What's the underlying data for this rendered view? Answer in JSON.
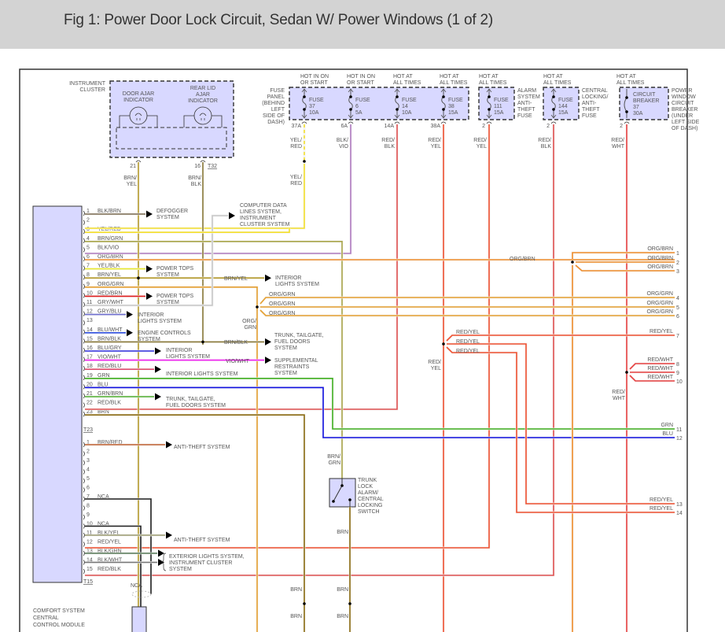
{
  "header": {
    "title": "Fig 1: Power Door Lock Circuit, Sedan W/ Power Windows (1 of 2)"
  },
  "colors": {
    "module_fill": "#d8d8ff",
    "border": "#333333",
    "YEL/RED": "#f5e02a",
    "BRN/YEL": "#b59a2c",
    "BRN/BLK": "#8a7a3a",
    "BLK/BRN": "#7a6a50",
    "BRN/GRN": "#a9a64a",
    "BLK/VIO": "#b07ac0",
    "ORG/BRN": "#f08c2a",
    "YEL/BLK": "#eaea30",
    "ORG/GRN": "#e6a030",
    "RED/BRN": "#e02020",
    "GRY/WHT": "#c8c8c8",
    "GRY/BLU": "#7070d0",
    "BLU/WHT": "#3050e0",
    "BLU/GRY": "#3030e0",
    "VIO/WHT": "#f020f0",
    "RED/BLU": "#e05070",
    "GRN": "#40b020",
    "BLU": "#1010e0",
    "GRN/BRN": "#50b030",
    "RED/BLK": "#e05050",
    "BRN": "#8a6a10",
    "BRN/RED": "#c06030",
    "NCA": "#222222",
    "BLK/YEL": "#9a9a70",
    "RED/YEL": "#f05030",
    "BLK/GRN": "#557755",
    "BLK/WHT": "#777777",
    "RED/WHT": "#e84040"
  },
  "instrument_cluster": {
    "label": [
      "INSTRUMENT",
      "CLUSTER"
    ],
    "indicators": [
      {
        "label": [
          "DOOR AJAR",
          "INDICATOR"
        ],
        "pin": "21",
        "wire": "BRN/",
        "wire2": "YEL"
      },
      {
        "label": [
          "REAR LID",
          "AJAR",
          "INDICATOR"
        ],
        "pin": "16",
        "connector": "T32",
        "wire": "BRN/",
        "wire2": "BLK"
      }
    ]
  },
  "fuse_panel": {
    "label": [
      "FUSE",
      "PANEL",
      "(BEHIND",
      "LEFT",
      "SIDE OF",
      "DASH)"
    ],
    "fuses": [
      {
        "hot": [
          "HOT IN ON",
          "OR START"
        ],
        "name": [
          "FUSE",
          "37",
          "10A"
        ],
        "pin": "37A",
        "wire": [
          "YEL/",
          "RED"
        ]
      },
      {
        "hot": [
          "HOT IN ON",
          "OR START"
        ],
        "name": [
          "FUSE",
          "6",
          "5A"
        ],
        "pin": "6A",
        "wire": [
          "BLK/",
          "VIO"
        ]
      },
      {
        "hot": [
          "HOT AT",
          "ALL TIMES"
        ],
        "name": [
          "FUSE",
          "14",
          "10A"
        ],
        "pin": "14A",
        "wire": [
          "RED/",
          "BLK"
        ]
      },
      {
        "hot": [
          "HOT AT",
          "ALL TIMES"
        ],
        "name": [
          "FUSE",
          "38",
          "15A"
        ],
        "pin": "38A",
        "wire": [
          "RED/",
          "YEL"
        ]
      }
    ],
    "yel_red_lower": [
      "YEL/",
      "RED"
    ]
  },
  "alarm_fuse": {
    "hot": [
      "HOT AT",
      "ALL TIMES"
    ],
    "name": [
      "FUSE",
      "111",
      "15A"
    ],
    "side": [
      "ALARM",
      "SYSTEM",
      "ANTI-",
      "THEFT",
      "FUSE"
    ],
    "pin": "2",
    "wire": [
      "RED/",
      "YEL"
    ]
  },
  "central_fuse": {
    "hot": [
      "HOT AT",
      "ALL TIMES"
    ],
    "name": [
      "FUSE",
      "144",
      "15A"
    ],
    "side": [
      "CENTRAL",
      "LOCKING/",
      "ANTI-",
      "THEFT",
      "FUSE"
    ],
    "pin": "2",
    "wire": [
      "RED/",
      "BLK"
    ]
  },
  "circuit_breaker": {
    "hot": [
      "HOT AT",
      "ALL TIMES"
    ],
    "name": [
      "CIRCUIT",
      "BREAKER",
      "37",
      "30A"
    ],
    "side": [
      "POWER",
      "WINDOW",
      "CIRCUIT",
      "BREAKER",
      "(UNDER",
      "LEFT SIDE",
      "OF DASH)"
    ],
    "pin": "2",
    "wire": [
      "RED/",
      "WHT"
    ]
  },
  "connector_t23": {
    "name": "T23",
    "pins": [
      {
        "n": "1",
        "wire": "BLK/BRN",
        "dest": [
          "DEFOGGER",
          "SYSTEM"
        ]
      },
      {
        "n": "2",
        "wire": ""
      },
      {
        "n": "3",
        "wire": "YEL/RED"
      },
      {
        "n": "4",
        "wire": "BRN/GRN"
      },
      {
        "n": "5",
        "wire": "BLK/VIO"
      },
      {
        "n": "6",
        "wire": "ORG/BRN"
      },
      {
        "n": "7",
        "wire": "YEL/BLK",
        "dest": [
          "POWER TOPS",
          "SYSTEM"
        ]
      },
      {
        "n": "8",
        "wire": "BRN/YEL"
      },
      {
        "n": "9",
        "wire": "ORG/GRN"
      },
      {
        "n": "10",
        "wire": "RED/BRN",
        "dest": [
          "POWER TOPS",
          "SYSTEM"
        ]
      },
      {
        "n": "11",
        "wire": "GRY/WHT"
      },
      {
        "n": "12",
        "wire": "GRY/BLU",
        "dest": [
          "INTERIOR",
          "LIGHTS SYSTEM"
        ]
      },
      {
        "n": "13",
        "wire": ""
      },
      {
        "n": "14",
        "wire": "BLU/WHT",
        "dest": [
          "ENGINE CONTROLS",
          "SYSTEM"
        ]
      },
      {
        "n": "15",
        "wire": "BRN/BLK"
      },
      {
        "n": "16",
        "wire": "BLU/GRY",
        "dest": [
          "INTERIOR",
          "LIGHTS SYSTEM"
        ]
      },
      {
        "n": "17",
        "wire": "VIO/WHT"
      },
      {
        "n": "18",
        "wire": "RED/BLU",
        "dest": [
          "INTERIOR LIGHTS SYSTEM"
        ]
      },
      {
        "n": "19",
        "wire": "GRN"
      },
      {
        "n": "20",
        "wire": "BLU"
      },
      {
        "n": "21",
        "wire": "GRN/BRN",
        "dest": [
          "TRUNK, TAILGATE,",
          "FUEL DOORS SYSTEM"
        ]
      },
      {
        "n": "22",
        "wire": "RED/BLK"
      },
      {
        "n": "23",
        "wire": "BRN"
      }
    ]
  },
  "connector_t15": {
    "name": "T15",
    "pins": [
      {
        "n": "1",
        "wire": "BRN/RED",
        "dest": [
          "ANTI-THEFT SYSTEM"
        ]
      },
      {
        "n": "2",
        "wire": ""
      },
      {
        "n": "3",
        "wire": ""
      },
      {
        "n": "4",
        "wire": ""
      },
      {
        "n": "5",
        "wire": ""
      },
      {
        "n": "6",
        "wire": ""
      },
      {
        "n": "7",
        "wire": "NCA"
      },
      {
        "n": "8",
        "wire": ""
      },
      {
        "n": "9",
        "wire": ""
      },
      {
        "n": "10",
        "wire": "NCA"
      },
      {
        "n": "11",
        "wire": "BLK/YEL",
        "dest": [
          "ANTI-THEFT SYSTEM"
        ]
      },
      {
        "n": "12",
        "wire": "RED/YEL"
      },
      {
        "n": "13",
        "wire": "BLK/GRN"
      },
      {
        "n": "14",
        "wire": "BLK/WHT"
      },
      {
        "n": "15",
        "wire": "RED/BLK"
      }
    ],
    "exterior_dest": [
      "EXTERIOR LIGHTS SYSTEM,",
      "INSTRUMENT CLUSTER",
      "SYSTEM"
    ],
    "nca_label": "NCA"
  },
  "module": {
    "label": [
      "COMFORT SYSTEM",
      "CENTRAL",
      "CONTROL MODULE"
    ]
  },
  "branches": {
    "computer_data": [
      "COMPUTER DATA",
      "LINES SYSTEM,",
      "INSTRUMENT",
      "CLUSTER SYSTEM"
    ],
    "interior_lights": [
      "INTERIOR",
      "LIGHTS SYSTEM"
    ],
    "brn_yel": "BRN/YEL",
    "brn_blk": "BRN/BLK",
    "vio_wht": "VIO/WHT",
    "trunk": [
      "TRUNK, TAILGATE,",
      "FUEL DOORS",
      "SYSTEM"
    ],
    "srs": [
      "SUPPLEMENTAL",
      "RESTRAINTS",
      "SYSTEM"
    ],
    "org_grn_vert": [
      "ORG/",
      "GRN"
    ],
    "red_yel_vert": [
      "RED/",
      "YEL"
    ],
    "red_wht_vert": [
      "RED/",
      "WHT"
    ],
    "brn_grn_vert": [
      "BRN/",
      "GRN"
    ],
    "org_brn": "ORG/BRN",
    "org_grn": "ORG/GRN",
    "red_yel": "RED/YEL",
    "red_wht": "RED/WHT",
    "grn": "GRN",
    "blu": "BLU",
    "brn": "BRN"
  },
  "trunk_switch": {
    "label": [
      "TRUNK",
      "LOCK",
      "ALARM/",
      "CENTRAL",
      "LOCKING",
      "SWITCH"
    ]
  },
  "right_outputs": [
    {
      "n": "1",
      "wire": "ORG/BRN"
    },
    {
      "n": "2",
      "wire": "ORG/BRN"
    },
    {
      "n": "3",
      "wire": "ORG/BRN"
    },
    {
      "n": "4",
      "wire": "ORG/GRN"
    },
    {
      "n": "5",
      "wire": "ORG/GRN"
    },
    {
      "n": "6",
      "wire": "ORG/GRN"
    },
    {
      "n": "7",
      "wire": "RED/YEL"
    },
    {
      "n": "8",
      "wire": "RED/WHT"
    },
    {
      "n": "9",
      "wire": "RED/WHT"
    },
    {
      "n": "10",
      "wire": "RED/WHT"
    },
    {
      "n": "11",
      "wire": "GRN"
    },
    {
      "n": "12",
      "wire": "BLU"
    },
    {
      "n": "13",
      "wire": "RED/YEL"
    },
    {
      "n": "14",
      "wire": "RED/YEL"
    }
  ]
}
